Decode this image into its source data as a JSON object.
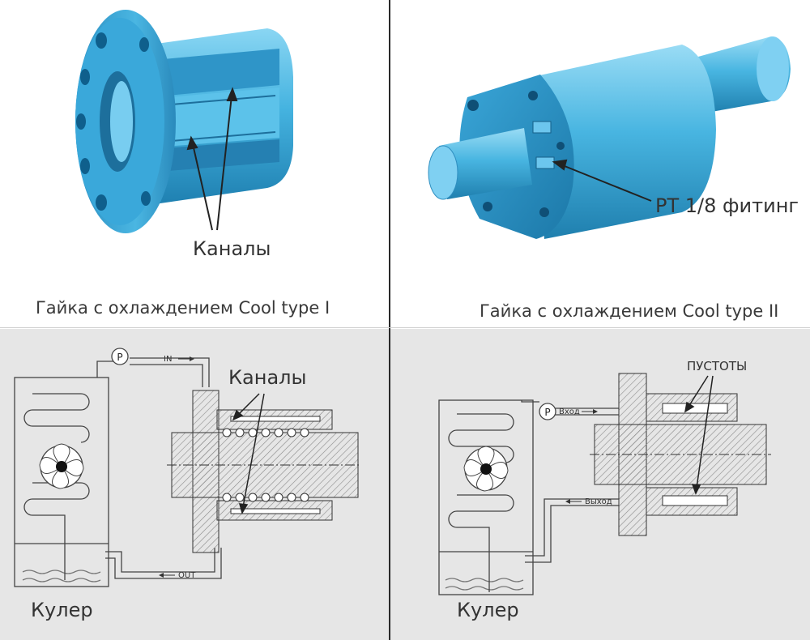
{
  "panel1": {
    "callout": "Каналы",
    "caption": "Гайка с охлаждением Cool type I"
  },
  "panel2": {
    "callout": "PT 1/8 фитинг",
    "caption": "Гайка с охлаждением Cool type II"
  },
  "panel3": {
    "pump": "P",
    "flow_in": "IN",
    "flow_out": "OUT",
    "callout": "Каналы",
    "cooler": "Кулер"
  },
  "panel4": {
    "pump": "P",
    "flow_in": "Вход",
    "flow_out": "Выход",
    "callout": "ПУСТОТЫ",
    "cooler": "Кулер"
  },
  "colors": {
    "part_blue": "#4fb8e2",
    "part_dark": "#1f7fae",
    "panel_gray": "#e6e6e6",
    "section_hatch": "#8a8a8a"
  }
}
